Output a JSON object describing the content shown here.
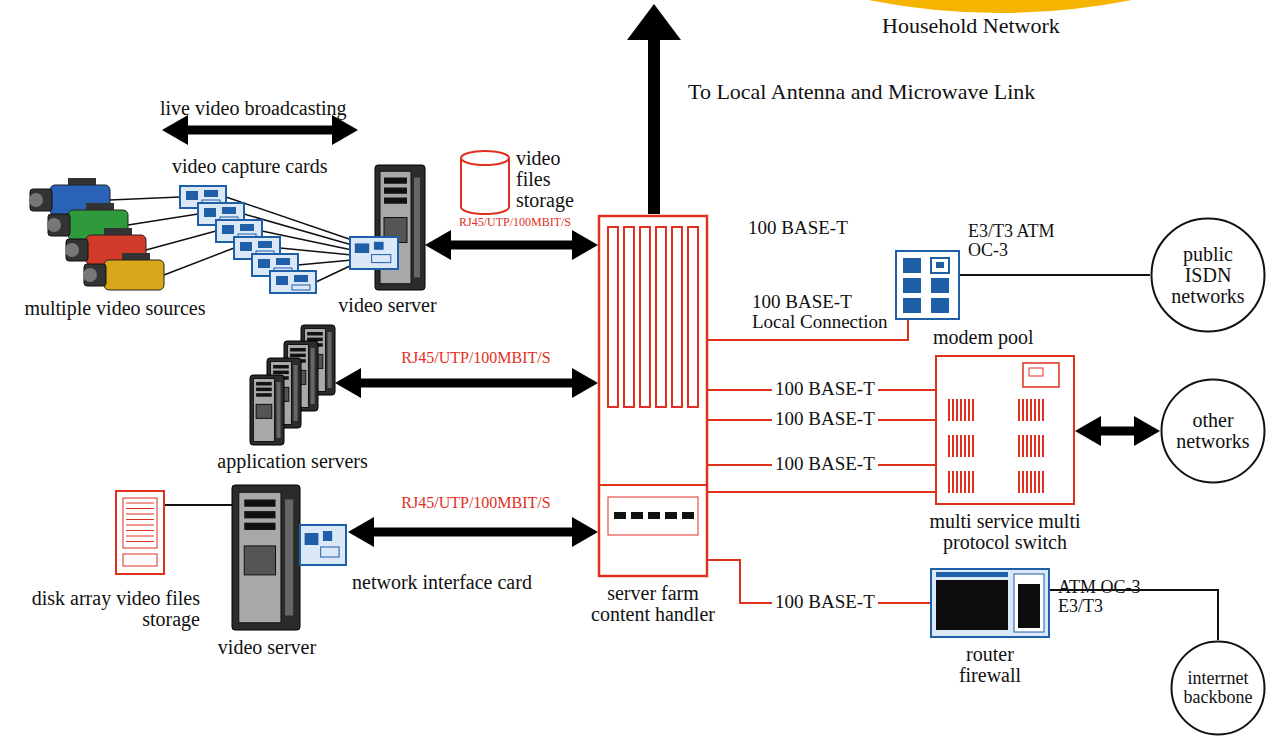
{
  "diagram": {
    "nodes": [
      {
        "text": [
          "multiple video sources"
        ]
      },
      {
        "text": [
          "video server"
        ]
      },
      {
        "text": [
          "video files storage"
        ]
      },
      {
        "text": [
          "application servers"
        ]
      },
      {
        "text": [
          "disk array video files storage"
        ]
      },
      {
        "text": [
          "video server"
        ]
      },
      {
        "text": [
          "server farm content handler"
        ]
      },
      {
        "text": [
          "modem pool"
        ]
      },
      {
        "text": [
          "public ISDN networks"
        ]
      },
      {
        "text": [
          "multi service multi protocol switch"
        ]
      },
      {
        "text": [
          "other networks"
        ]
      },
      {
        "text": [
          "router firewall"
        ]
      },
      {
        "text": [
          "interrnet backbone"
        ]
      }
    ],
    "edges": [
      {
        "from": 1,
        "to": 6,
        "arrow": "both",
        "label": "RJ45/UTP/100MBIT/S"
      },
      {
        "from": 3,
        "to": 6,
        "arrow": "both",
        "label": "RJ45/UTP/100MBIT/S"
      },
      {
        "from": 5,
        "to": 6,
        "arrow": "both",
        "label": "RJ45/UTP/100MBIT/S"
      },
      {
        "from": 4,
        "to": 5,
        "arrow": "none"
      },
      {
        "from": 6,
        "to": 7,
        "arrow": "none",
        "label": "100 BASE-T Local Connection"
      },
      {
        "from": 7,
        "to": 8,
        "arrow": "none",
        "label": "E3/T3 ATM OC-3"
      },
      {
        "from": 6,
        "to": 9,
        "arrow": "none",
        "label": "100 BASE-T"
      },
      {
        "from": 6,
        "to": 9,
        "arrow": "none",
        "label": "100 BASE-T"
      },
      {
        "from": 6,
        "to": 9,
        "arrow": "none",
        "label": "100 BASE-T"
      },
      {
        "from": 6,
        "to": 9,
        "arrow": "none"
      },
      {
        "from": 9,
        "to": 10,
        "arrow": "both"
      },
      {
        "from": 6,
        "to": 11,
        "arrow": "none",
        "label": "100 BASE-T"
      },
      {
        "from": 11,
        "to": 12,
        "arrow": "none",
        "label": "ATM OC-3 E3/T3"
      }
    ],
    "labels": [
      "Household Network",
      "To Local Antenna and Microwave Link",
      "live video broadcasting",
      "video capture cards",
      "100 BASE-T",
      "network interface card"
    ]
  }
}
